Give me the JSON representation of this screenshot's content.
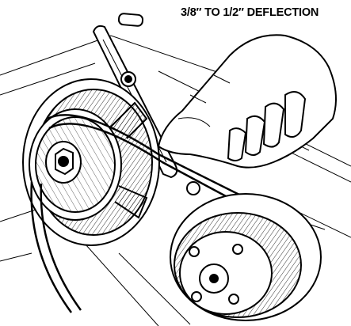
{
  "caption": "3/8″ TO 1/2″ DEFLECTION",
  "colors": {
    "ink": "#000000",
    "paper": "#ffffff"
  },
  "icons": {
    "hand": "hand-pressing-belt",
    "pulley_large": "alternator-pulley",
    "pulley_small": "water-pump-pulley",
    "belt": "drive-belt",
    "bracket": "adjusting-bracket"
  }
}
